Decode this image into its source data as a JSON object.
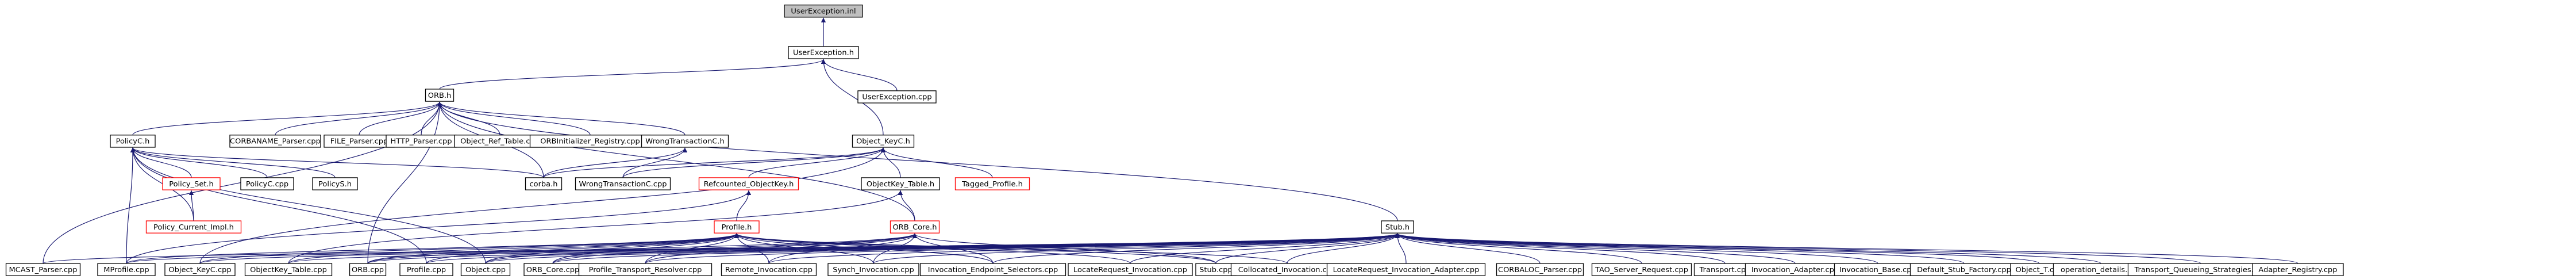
{
  "diagram": {
    "focus_node": "UserException.inl",
    "nodes": [
      {
        "id": "ue_inl",
        "label": "UserException.inl",
        "style": "focus"
      },
      {
        "id": "ue_h",
        "label": "UserException.h",
        "style": "normal"
      },
      {
        "id": "ue_cpp",
        "label": "UserException.cpp",
        "style": "normal"
      },
      {
        "id": "orb_h",
        "label": "ORB.h",
        "style": "normal"
      },
      {
        "id": "policyc_h",
        "label": "PolicyC.h",
        "style": "normal"
      },
      {
        "id": "corbaname_cpp",
        "label": "CORBANAME_Parser.cpp",
        "style": "normal"
      },
      {
        "id": "file_parser",
        "label": "FILE_Parser.cpp",
        "style": "normal"
      },
      {
        "id": "http_parser",
        "label": "HTTP_Parser.cpp",
        "style": "normal"
      },
      {
        "id": "objref_table",
        "label": "Object_Ref_Table.cpp",
        "style": "normal"
      },
      {
        "id": "orbinit_reg",
        "label": "ORBInitializer_Registry.cpp",
        "style": "normal"
      },
      {
        "id": "wrongtxc_h",
        "label": "WrongTransactionC.h",
        "style": "normal"
      },
      {
        "id": "objkeyc_h",
        "label": "Object_KeyC.h",
        "style": "normal"
      },
      {
        "id": "policy_set",
        "label": "Policy_Set.h",
        "style": "red"
      },
      {
        "id": "policyc_cpp",
        "label": "PolicyC.cpp",
        "style": "normal"
      },
      {
        "id": "policys_h",
        "label": "PolicyS.h",
        "style": "normal"
      },
      {
        "id": "corba_h",
        "label": "corba.h",
        "style": "normal"
      },
      {
        "id": "wrongtxc_cpp",
        "label": "WrongTransactionC.cpp",
        "style": "normal"
      },
      {
        "id": "refcounted_objkey",
        "label": "Refcounted_ObjectKey.h",
        "style": "red"
      },
      {
        "id": "objkey_table_h",
        "label": "ObjectKey_Table.h",
        "style": "normal"
      },
      {
        "id": "tagged_profile",
        "label": "Tagged_Profile.h",
        "style": "red"
      },
      {
        "id": "policy_current_impl",
        "label": "Policy_Current_Impl.h",
        "style": "red"
      },
      {
        "id": "profile_h",
        "label": "Profile.h",
        "style": "red"
      },
      {
        "id": "orb_core_h",
        "label": "ORB_Core.h",
        "style": "red"
      },
      {
        "id": "stub_h",
        "label": "Stub.h",
        "style": "normal"
      },
      {
        "id": "mcast_parser",
        "label": "MCAST_Parser.cpp",
        "style": "normal"
      },
      {
        "id": "mprofile",
        "label": "MProfile.cpp",
        "style": "normal"
      },
      {
        "id": "objkeyc_cpp",
        "label": "Object_KeyC.cpp",
        "style": "normal"
      },
      {
        "id": "objkey_table_cpp",
        "label": "ObjectKey_Table.cpp",
        "style": "normal"
      },
      {
        "id": "orb_cpp",
        "label": "ORB.cpp",
        "style": "normal"
      },
      {
        "id": "profile_cpp",
        "label": "Profile.cpp",
        "style": "normal"
      },
      {
        "id": "object_cpp",
        "label": "Object.cpp",
        "style": "normal"
      },
      {
        "id": "orb_core_cpp",
        "label": "ORB_Core.cpp",
        "style": "normal"
      },
      {
        "id": "profile_tr",
        "label": "Profile_Transport_Resolver.cpp",
        "style": "normal"
      },
      {
        "id": "remote_inv",
        "label": "Remote_Invocation.cpp",
        "style": "normal"
      },
      {
        "id": "synch_inv",
        "label": "Synch_Invocation.cpp",
        "style": "normal"
      },
      {
        "id": "inv_endpoint_sel",
        "label": "Invocation_Endpoint_Selectors.cpp",
        "style": "normal"
      },
      {
        "id": "locreq_inv",
        "label": "LocateRequest_Invocation.cpp",
        "style": "normal"
      },
      {
        "id": "stub_cpp",
        "label": "Stub.cpp",
        "style": "normal"
      },
      {
        "id": "collocated_inv",
        "label": "Collocated_Invocation.cpp",
        "style": "normal"
      },
      {
        "id": "locreq_inv_adapter",
        "label": "LocateRequest_Invocation_Adapter.cpp",
        "style": "normal"
      },
      {
        "id": "corbaloc_parser",
        "label": "CORBALOC_Parser.cpp",
        "style": "normal"
      },
      {
        "id": "tao_server_req",
        "label": "TAO_Server_Request.cpp",
        "style": "normal"
      },
      {
        "id": "transport_cpp",
        "label": "Transport.cpp",
        "style": "normal"
      },
      {
        "id": "inv_adapter",
        "label": "Invocation_Adapter.cpp",
        "style": "normal"
      },
      {
        "id": "inv_base",
        "label": "Invocation_Base.cpp",
        "style": "normal"
      },
      {
        "id": "default_stub_factory",
        "label": "Default_Stub_Factory.cpp",
        "style": "normal"
      },
      {
        "id": "object_t",
        "label": "Object_T.cpp",
        "style": "normal"
      },
      {
        "id": "operation_details",
        "label": "operation_details.cpp",
        "style": "normal"
      },
      {
        "id": "transport_qs",
        "label": "Transport_Queueing_Strategies.cpp",
        "style": "normal"
      },
      {
        "id": "adapter_registry",
        "label": "Adapter_Registry.cpp",
        "style": "normal"
      }
    ],
    "edges": [
      [
        "ue_h",
        "ue_inl"
      ],
      [
        "ue_cpp",
        "ue_h"
      ],
      [
        "orb_h",
        "ue_h"
      ],
      [
        "objkeyc_h",
        "ue_h"
      ],
      [
        "policyc_h",
        "orb_h"
      ],
      [
        "corbaname_cpp",
        "orb_h"
      ],
      [
        "file_parser",
        "orb_h"
      ],
      [
        "http_parser",
        "orb_h"
      ],
      [
        "objref_table",
        "orb_h"
      ],
      [
        "orbinit_reg",
        "orb_h"
      ],
      [
        "wrongtxc_h",
        "orb_h"
      ],
      [
        "corba_h",
        "orb_h"
      ],
      [
        "stub_h",
        "orb_h"
      ],
      [
        "mcast_parser",
        "orb_h"
      ],
      [
        "orb_core_h",
        "orb_h"
      ],
      [
        "orb_cpp",
        "orb_h"
      ],
      [
        "policy_set",
        "policyc_h"
      ],
      [
        "policyc_cpp",
        "policyc_h"
      ],
      [
        "policys_h",
        "policyc_h"
      ],
      [
        "corba_h",
        "policyc_h"
      ],
      [
        "policy_current_impl",
        "policyc_h"
      ],
      [
        "mprofile",
        "policyc_h"
      ],
      [
        "profile_cpp",
        "policyc_h"
      ],
      [
        "object_cpp",
        "policyc_h"
      ],
      [
        "policy_current_impl",
        "policy_set"
      ],
      [
        "corba_h",
        "wrongtxc_h"
      ],
      [
        "wrongtxc_cpp",
        "wrongtxc_h"
      ],
      [
        "corba_h",
        "objkeyc_h"
      ],
      [
        "wrongtxc_cpp",
        "objkeyc_h"
      ],
      [
        "refcounted_objkey",
        "objkeyc_h"
      ],
      [
        "objkey_table_h",
        "objkeyc_h"
      ],
      [
        "tagged_profile",
        "objkeyc_h"
      ],
      [
        "objkeyc_cpp",
        "objkeyc_h"
      ],
      [
        "orb_core_h",
        "objkey_table_h"
      ],
      [
        "objkey_table_cpp",
        "objkey_table_h"
      ],
      [
        "profile_h",
        "refcounted_objkey"
      ],
      [
        "mprofile",
        "refcounted_objkey"
      ],
      [
        "mprofile",
        "profile_h"
      ],
      [
        "objkeyc_cpp",
        "profile_h"
      ],
      [
        "objkey_table_cpp",
        "profile_h"
      ],
      [
        "orb_cpp",
        "profile_h"
      ],
      [
        "profile_cpp",
        "profile_h"
      ],
      [
        "object_cpp",
        "profile_h"
      ],
      [
        "orb_core_cpp",
        "profile_h"
      ],
      [
        "profile_tr",
        "profile_h"
      ],
      [
        "remote_inv",
        "profile_h"
      ],
      [
        "synch_inv",
        "profile_h"
      ],
      [
        "inv_endpoint_sel",
        "profile_h"
      ],
      [
        "locreq_inv",
        "profile_h"
      ],
      [
        "stub_cpp",
        "profile_h"
      ],
      [
        "collocated_inv",
        "profile_h"
      ],
      [
        "orb_cpp",
        "orb_core_h"
      ],
      [
        "orb_core_cpp",
        "orb_core_h"
      ],
      [
        "object_cpp",
        "orb_core_h"
      ],
      [
        "remote_inv",
        "orb_core_h"
      ],
      [
        "synch_inv",
        "orb_core_h"
      ],
      [
        "inv_endpoint_sel",
        "orb_core_h"
      ],
      [
        "profile_tr",
        "orb_core_h"
      ],
      [
        "stub_cpp",
        "orb_core_h"
      ],
      [
        "mcast_parser",
        "stub_h"
      ],
      [
        "mprofile",
        "stub_h"
      ],
      [
        "objkeyc_cpp",
        "stub_h"
      ],
      [
        "objkey_table_cpp",
        "stub_h"
      ],
      [
        "orb_cpp",
        "stub_h"
      ],
      [
        "profile_cpp",
        "stub_h"
      ],
      [
        "object_cpp",
        "stub_h"
      ],
      [
        "orb_core_cpp",
        "stub_h"
      ],
      [
        "profile_tr",
        "stub_h"
      ],
      [
        "remote_inv",
        "stub_h"
      ],
      [
        "synch_inv",
        "stub_h"
      ],
      [
        "inv_endpoint_sel",
        "stub_h"
      ],
      [
        "locreq_inv",
        "stub_h"
      ],
      [
        "stub_cpp",
        "stub_h"
      ],
      [
        "collocated_inv",
        "stub_h"
      ],
      [
        "locreq_inv_adapter",
        "stub_h"
      ],
      [
        "corbaloc_parser",
        "stub_h"
      ],
      [
        "tao_server_req",
        "stub_h"
      ],
      [
        "transport_cpp",
        "stub_h"
      ],
      [
        "inv_adapter",
        "stub_h"
      ],
      [
        "inv_base",
        "stub_h"
      ],
      [
        "default_stub_factory",
        "stub_h"
      ],
      [
        "object_t",
        "stub_h"
      ],
      [
        "operation_details",
        "stub_h"
      ],
      [
        "transport_qs",
        "stub_h"
      ],
      [
        "adapter_registry",
        "stub_h"
      ]
    ]
  }
}
